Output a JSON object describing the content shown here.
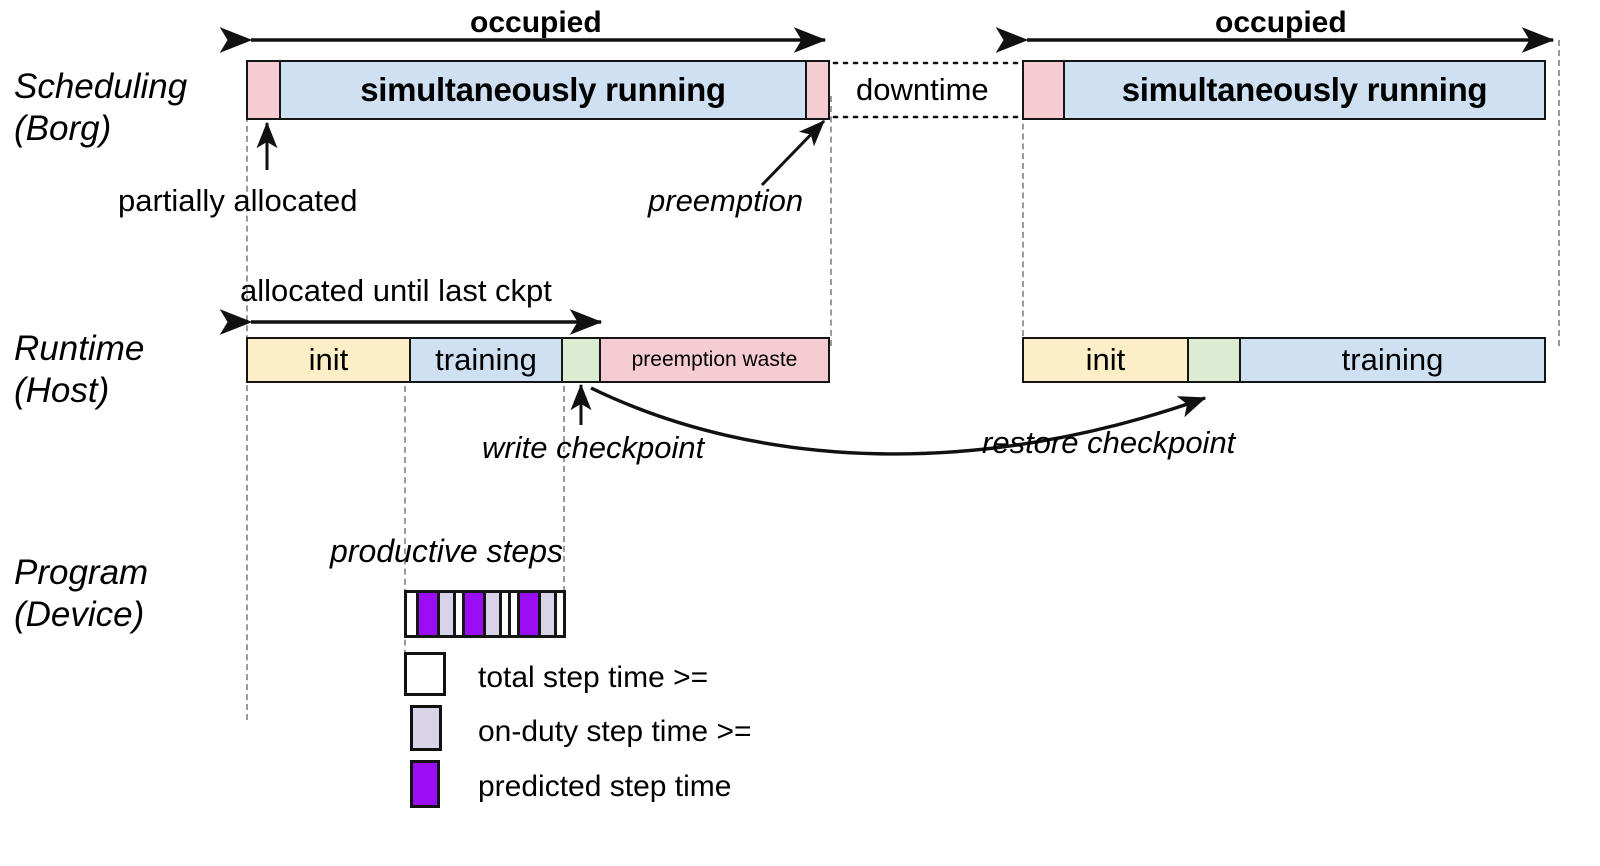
{
  "figure": {
    "title": "ML training job lifecycle: scheduling, runtime and program timelines",
    "colors": {
      "pink": "#f5ccd2",
      "blue": "#cfe0f2",
      "yellow": "#fcefc8",
      "green": "#dcecd2",
      "purple": "#9b0df2",
      "lavender": "#d9d3ea",
      "white": "#ffffff",
      "stroke": "#151515",
      "guide": "#9a9a9a"
    }
  },
  "rows": [
    {
      "id": "scheduling",
      "label": "Scheduling\n(Borg)"
    },
    {
      "id": "runtime",
      "label": "Runtime\n(Host)"
    },
    {
      "id": "program",
      "label": "Program\n(Device)"
    }
  ],
  "scheduling": {
    "occupied_label_left": "occupied",
    "occupied_label_right": "occupied",
    "downtime_label": "downtime",
    "segments_left": [
      {
        "name": "partial-allocation",
        "label": "",
        "color": "pink"
      },
      {
        "name": "simultaneously-running",
        "label": "simultaneously running",
        "color": "blue"
      },
      {
        "name": "preemption-marker",
        "label": "",
        "color": "pink"
      }
    ],
    "segments_right": [
      {
        "name": "partial-allocation",
        "label": "",
        "color": "pink"
      },
      {
        "name": "simultaneously-running",
        "label": "simultaneously running",
        "color": "blue"
      }
    ],
    "annotations": {
      "partially_allocated": "partially allocated",
      "preemption": "preemption"
    }
  },
  "runtime": {
    "allocated_label": "allocated until last ckpt",
    "segments_left": [
      {
        "name": "init",
        "label": "init",
        "color": "yellow"
      },
      {
        "name": "training",
        "label": "training",
        "color": "blue"
      },
      {
        "name": "write-checkpoint",
        "label": "",
        "color": "green"
      },
      {
        "name": "preemption-waste",
        "label": "preemption waste",
        "color": "pink"
      }
    ],
    "segments_right": [
      {
        "name": "init",
        "label": "init",
        "color": "yellow"
      },
      {
        "name": "restore-checkpoint",
        "label": "",
        "color": "green"
      },
      {
        "name": "training",
        "label": "training",
        "color": "blue"
      }
    ],
    "annotations": {
      "write_checkpoint": "write checkpoint",
      "restore_checkpoint": "restore checkpoint"
    }
  },
  "program": {
    "productive_steps_label": "productive steps",
    "steps": [
      {
        "predicted": true,
        "onduty": true,
        "total": false
      },
      {
        "predicted": true,
        "onduty": true,
        "total": true
      },
      {
        "predicted": true,
        "onduty": true,
        "total": true
      }
    ],
    "step_segments": [
      "white",
      "purple",
      "lavender",
      "white",
      "purple",
      "lavender",
      "white",
      "white",
      "purple",
      "lavender",
      "white"
    ],
    "legend": [
      {
        "name": "total-step-time",
        "swatch": "white",
        "label": "total step time >="
      },
      {
        "name": "on-duty-step-time",
        "swatch": "lavender",
        "label": "on-duty step time >="
      },
      {
        "name": "predicted-step-time",
        "swatch": "purple",
        "label": "predicted step time"
      }
    ]
  }
}
